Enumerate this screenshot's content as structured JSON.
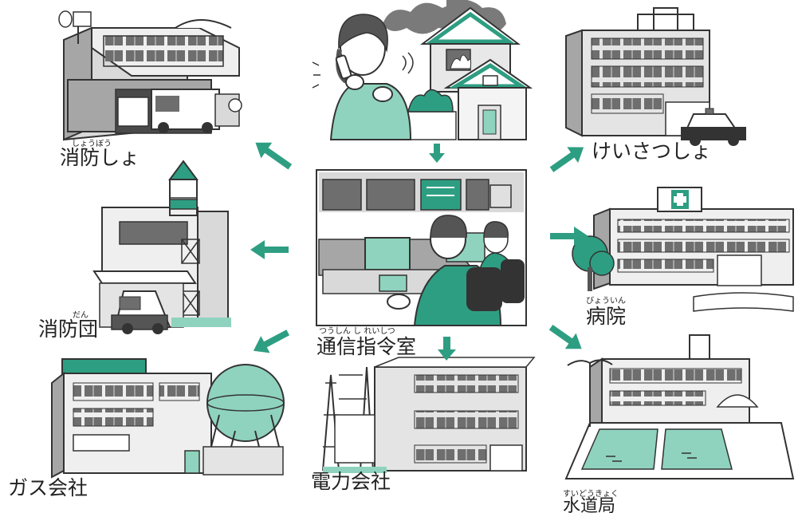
{
  "colors": {
    "accent_green": "#2e9e82",
    "light_green": "#8fd3be",
    "line": "#333333",
    "gray_light": "#d9d9d9",
    "gray_mid": "#a6a6a6",
    "gray_dark": "#6e6e6e",
    "smoke": "#7a7a7a"
  },
  "center": {
    "label": "通信指令室",
    "reading": "つうしん し れいしつ"
  },
  "nodes": {
    "fire_station": {
      "label": "消防しょ",
      "reading": "しょうぼう"
    },
    "police": {
      "label": "けいさつしょ"
    },
    "volunteer": {
      "label": "消防団",
      "reading": "だん"
    },
    "hospital": {
      "label": "病院",
      "reading": "びょういん"
    },
    "gas": {
      "label": "ガス会社"
    },
    "power": {
      "label": "電力会社"
    },
    "water": {
      "label": "水道局",
      "reading": "すいどうきょく"
    }
  },
  "icons": {
    "caller": "phone-caller-house-fire-icon",
    "arrow": "green-arrow-icon"
  }
}
